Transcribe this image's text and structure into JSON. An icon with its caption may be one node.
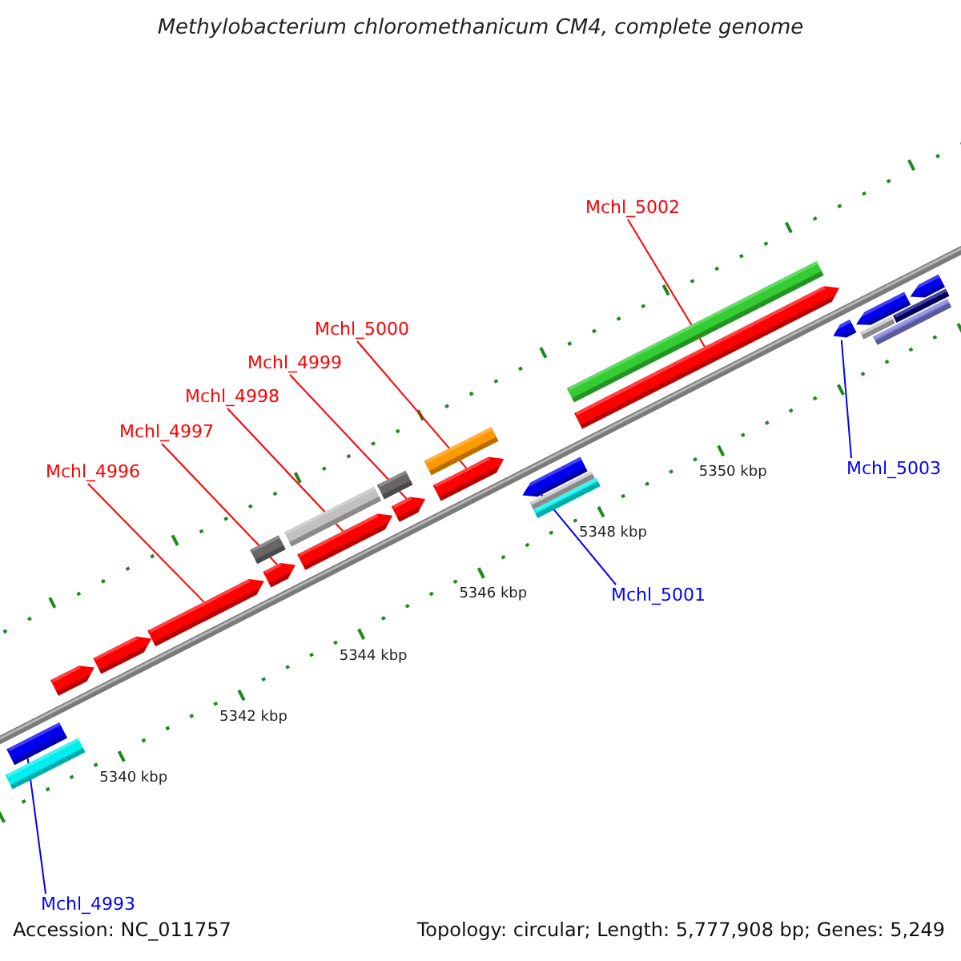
{
  "diagram": {
    "title": "Methylobacterium chloromethanicum CM4, complete genome",
    "nodes": [
      {
        "text": [
          "Mchl_4993"
        ]
      },
      {
        "text": [
          "Mchl_4996"
        ]
      },
      {
        "text": [
          "Mchl_4997"
        ]
      },
      {
        "text": [
          "Mchl_4998"
        ]
      },
      {
        "text": [
          "Mchl_4999"
        ]
      },
      {
        "text": [
          "Mchl_5000"
        ]
      },
      {
        "text": [
          "Mchl_5001"
        ]
      },
      {
        "text": [
          "Mchl_5002"
        ]
      },
      {
        "text": [
          "Mchl_5003"
        ]
      },
      {
        "text": [],
        "shape": "bar"
      },
      {
        "text": [],
        "shape": "bar"
      },
      {
        "text": [],
        "shape": "bar"
      },
      {
        "text": [],
        "shape": "bar"
      },
      {
        "text": [],
        "shape": "bar"
      },
      {
        "text": [],
        "shape": "bar"
      },
      {
        "text": [],
        "shape": "bar"
      },
      {
        "text": [],
        "shape": "bar"
      },
      {
        "text": [],
        "shape": "bar"
      },
      {
        "text": [],
        "shape": "bar"
      },
      {
        "text": [],
        "shape": "bar"
      },
      {
        "text": [],
        "shape": "bar"
      },
      {
        "text": [],
        "shape": "bar"
      },
      {
        "text": [],
        "shape": "bar"
      },
      {
        "text": [],
        "shape": "bar"
      },
      {
        "text": [],
        "shape": "bar"
      },
      {
        "text": [],
        "shape": "bar"
      },
      {
        "text": [],
        "shape": "bar"
      },
      {
        "text": [],
        "shape": "bar"
      },
      {
        "text": [],
        "shape": "bar"
      },
      {
        "text": [],
        "shape": "bar"
      },
      {
        "text": [],
        "shape": "bar"
      },
      {
        "text": [],
        "shape": "bar"
      },
      {
        "text": [],
        "shape": "bar"
      }
    ],
    "edges": [
      {
        "from": 0,
        "to": 9,
        "arrow": "none",
        "color": "#0000ff"
      },
      {
        "from": 1,
        "to": 13,
        "arrow": "none"
      },
      {
        "from": 2,
        "to": 15,
        "arrow": "none"
      },
      {
        "from": 3,
        "to": 17,
        "arrow": "none"
      },
      {
        "from": 4,
        "to": 19,
        "arrow": "none"
      },
      {
        "from": 5,
        "to": 20,
        "arrow": "none"
      },
      {
        "from": 6,
        "to": 22,
        "arrow": "none",
        "color": "#0000ff"
      },
      {
        "from": 7,
        "to": 25,
        "arrow": "none"
      },
      {
        "from": 8,
        "to": 27,
        "arrow": "none",
        "color": "#0000ff"
      }
    ],
    "labels": [
      "5340 kbp",
      "5342 kbp",
      "5344 kbp",
      "5346 kbp",
      "5348 kbp",
      "5350 kbp",
      "Accession: NC_011757",
      "Topology: circular; Length: 5,777,908 bp; Genes: 5,249"
    ]
  }
}
